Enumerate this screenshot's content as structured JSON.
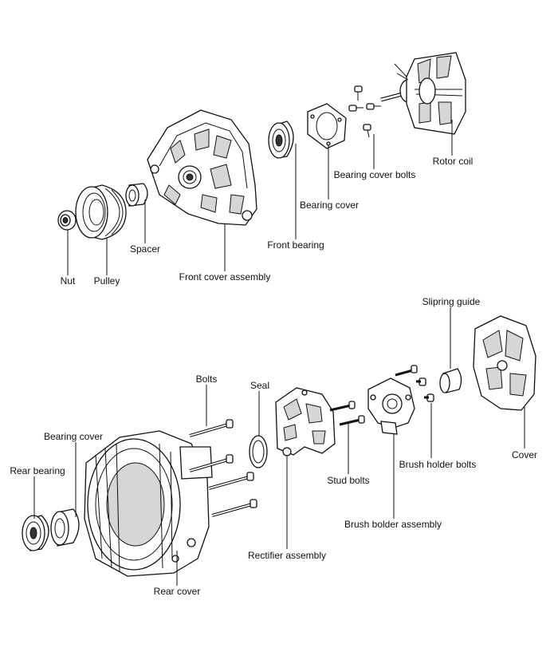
{
  "labels": {
    "nut": "Nut",
    "pulley": "Pulley",
    "spacer": "Spacer",
    "front_cover_assembly": "Front cover assembly",
    "front_bearing": "Front bearing",
    "bearing_cover_top": "Bearing cover",
    "bearing_cover_bolts": "Bearing cover bolts",
    "rotor_coil": "Rotor coil",
    "slipring_guide": "Slipring guide",
    "bolts": "Bolts",
    "seal": "Seal",
    "bearing_cover_bottom": "Bearing cover",
    "rear_bearing": "Rear bearing",
    "stud_bolts": "Stud bolts",
    "brush_holder_bolts": "Brush holder bolts",
    "cover": "Cover",
    "brush_holder_assembly": "Brush bolder assembly",
    "rectifier_assembly": "Rectifier assembly",
    "rear_cover": "Rear cover"
  }
}
